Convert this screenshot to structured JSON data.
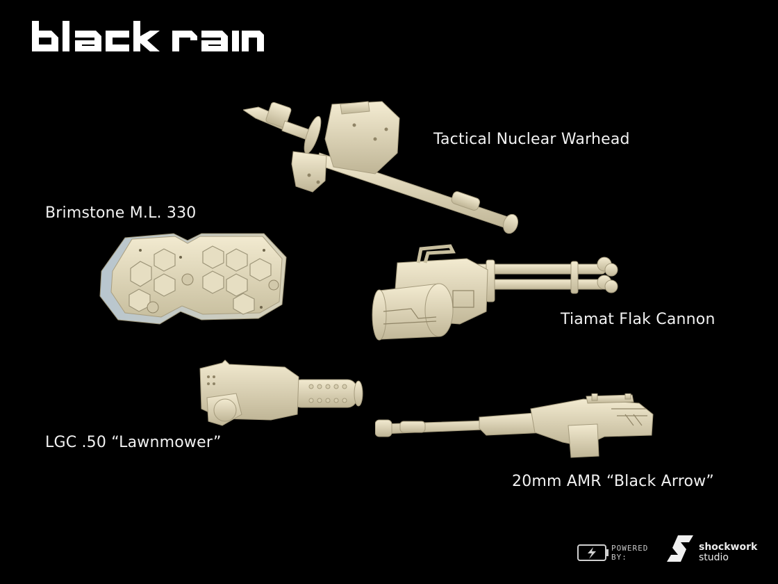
{
  "brand": {
    "logo_text": "black rain"
  },
  "items": [
    {
      "label": "Tactical Nuclear Warhead"
    },
    {
      "label": "Brimstone M.L. 330"
    },
    {
      "label": "Tiamat Flak Cannon"
    },
    {
      "label": "LGC .50 “Lawnmower”"
    },
    {
      "label": "20mm AMR “Black Arrow”"
    }
  ],
  "footer": {
    "powered_line1": "POWERED",
    "powered_line2": "BY:",
    "studio_name": "shockwork",
    "studio_sub": "studio"
  },
  "colors": {
    "background": "#000000",
    "model": "#e8e0c4",
    "model_shadow": "#c9c0a2"
  }
}
